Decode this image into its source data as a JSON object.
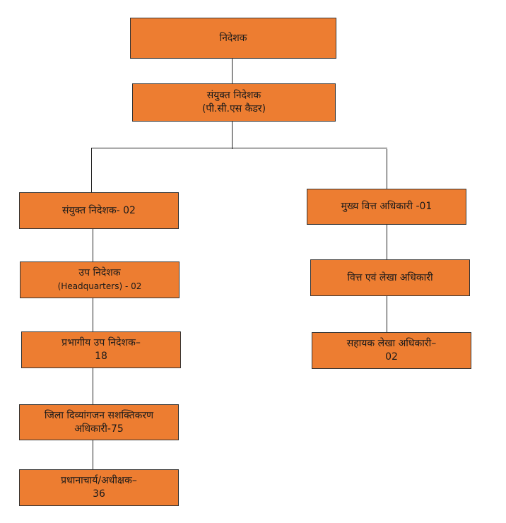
{
  "nodes": {
    "director": {
      "line1": "निदेशक"
    },
    "joint_director_pcs": {
      "line1": "संयुक्त निदेशक",
      "line2": "(पी.सी.एस कैडर)"
    },
    "joint_director_02": {
      "line1": "संयुक्त निदेशक- 02"
    },
    "deputy_director_hq": {
      "line1": "उप निदेशक",
      "line2": "(Headquarters) - 02"
    },
    "divisional_deputy_director": {
      "line1": "प्रभागीय उप निदेशक–",
      "line2": "18"
    },
    "district_officer": {
      "line1": "जिला दिव्यांगजन सशक्तिकरण",
      "line2": "अधिकारी-75"
    },
    "principal_superintendent": {
      "line1": "प्रधानाचार्य/अधीक्षक–",
      "line2": "36"
    },
    "chief_finance_officer": {
      "line1": "मुख्य वित्त अधिकारी -01"
    },
    "finance_accounts_officer": {
      "line1": "वित्त एवं लेखा अधिकारी"
    },
    "assistant_accounts_officer": {
      "line1": "सहायक लेखा अधिकारी–",
      "line2": "02"
    }
  },
  "colors": {
    "box_fill": "#ED7D31",
    "border": "#333333",
    "connector": "#222222"
  }
}
